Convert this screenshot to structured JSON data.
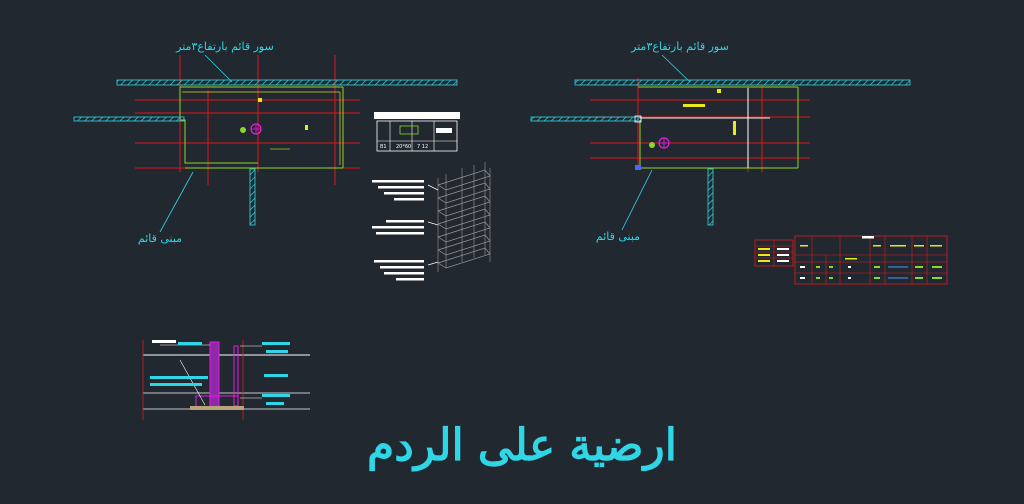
{
  "drawing": {
    "title": "ارضية على الردم",
    "left_plan": {
      "fence_label": "سور قائم بارتفاع٣متر",
      "building_label": "مبنى قائم"
    },
    "right_plan": {
      "fence_label": "سور قائم بارتفاع٣متر",
      "building_label": "مبنى قائم"
    },
    "schedule_table": {
      "row_label": "B1",
      "cell_values": [
        "20*60",
        "7 12"
      ]
    }
  },
  "colors": {
    "background": "#212830",
    "wall": "#2fd6e6",
    "grid_red": "#e01818",
    "slab_green": "#8ed628",
    "marker_magenta": "#e81ae8",
    "yellow": "#e8e81a"
  }
}
